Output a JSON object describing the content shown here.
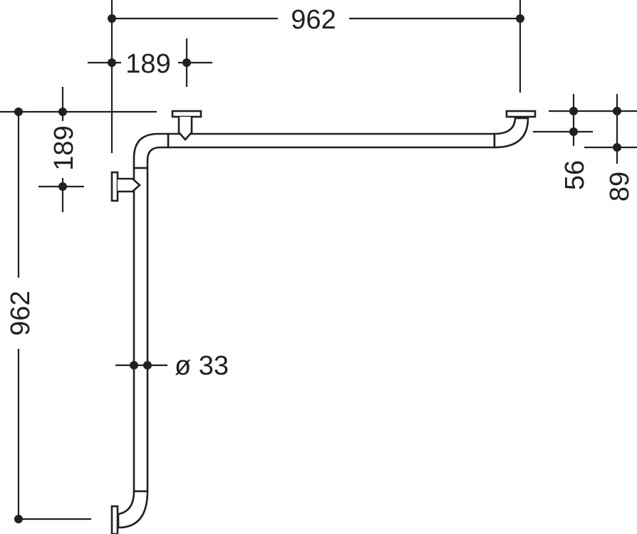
{
  "dimensions": {
    "top_width": "962",
    "top_offset": "189",
    "left_height": "962",
    "left_offset": "189",
    "diameter": "ø 33",
    "wall_distance_small": "56",
    "wall_distance_large": "89"
  },
  "colors": {
    "ink": "#231f20",
    "background": "#ffffff"
  }
}
